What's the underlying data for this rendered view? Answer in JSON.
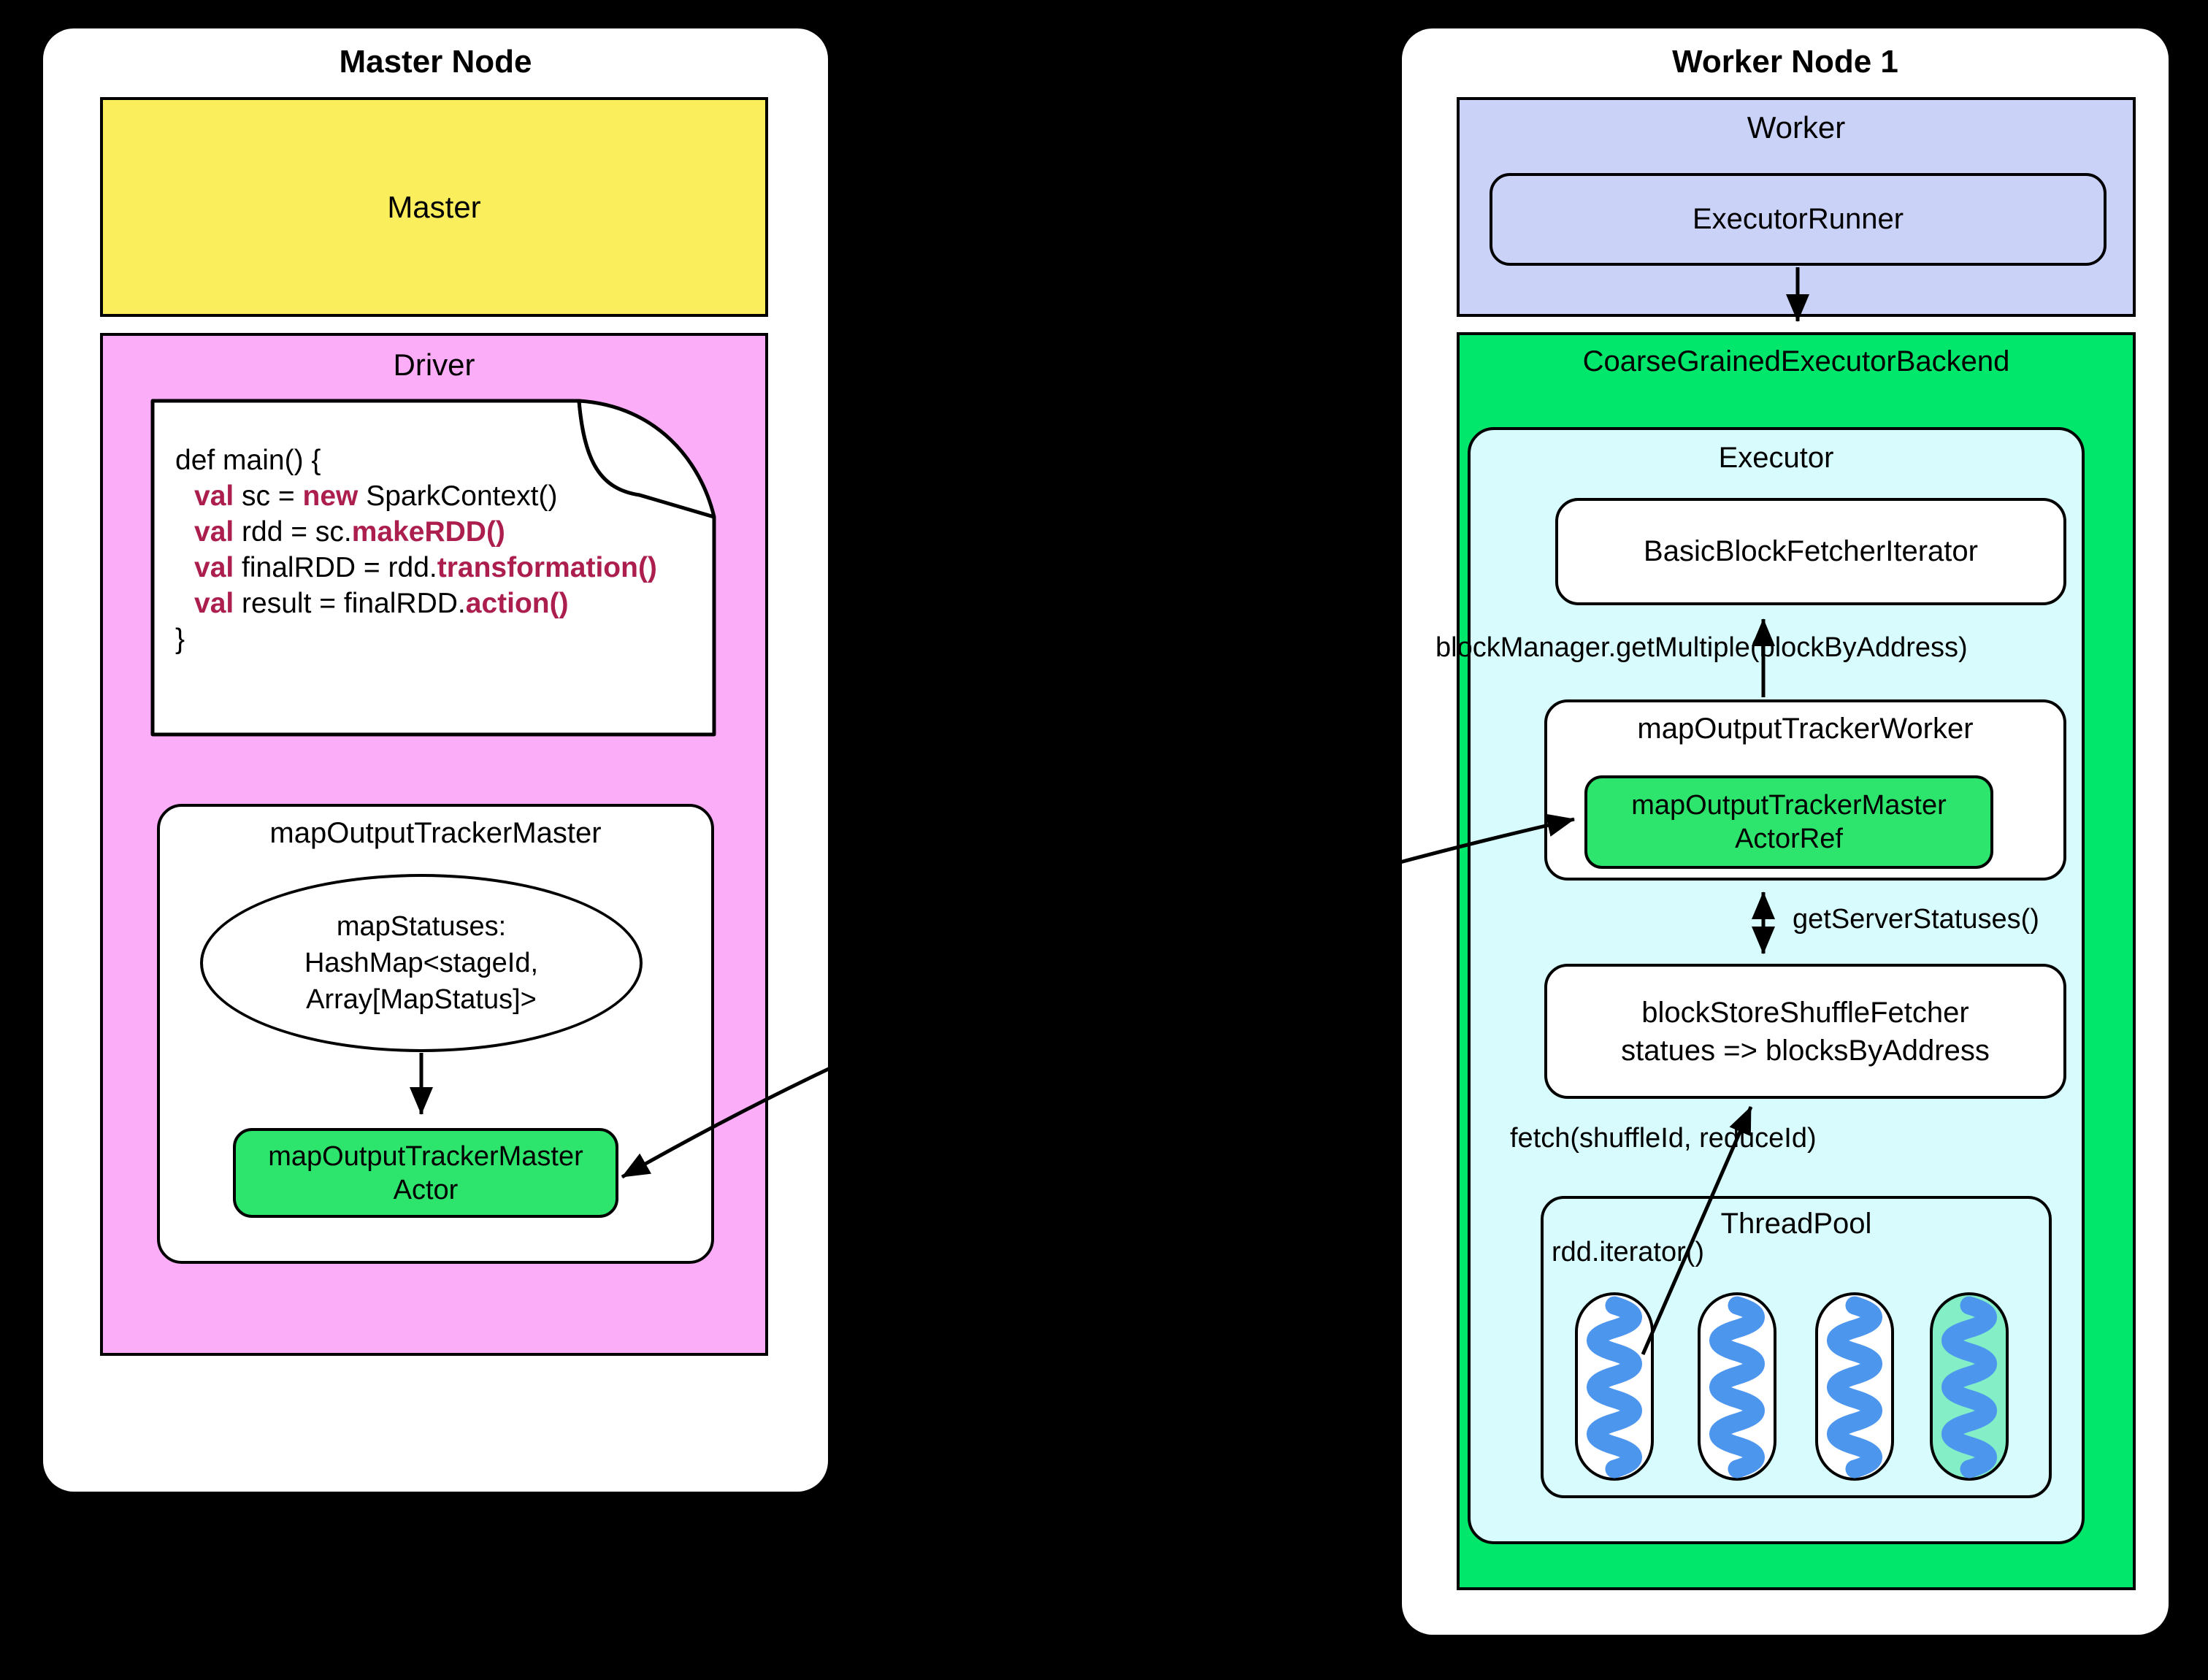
{
  "master_node": {
    "title": "Master Node",
    "master_label": "Master",
    "driver": {
      "title": "Driver",
      "code": {
        "l1": {
          "s1": "def main() {"
        },
        "l2": {
          "s1": "val",
          "s2": " sc = ",
          "s3": "new",
          "s4": " SparkContext()"
        },
        "l3": {
          "s1": "val",
          "s2": " rdd = sc.",
          "s3": "makeRDD()"
        },
        "l4": {
          "s1": "val",
          "s2": " finalRDD = rdd.",
          "s3": "transformation()"
        },
        "l5": {
          "s1": "val",
          "s2": " result = finalRDD.",
          "s3": "action()"
        },
        "l6": {
          "s1": "}"
        }
      },
      "tracker_master": {
        "title": "mapOutputTrackerMaster",
        "map_statuses": {
          "line1": "mapStatuses:",
          "line2": "HashMap<stageId,",
          "line3": "Array[MapStatus]>"
        },
        "actor": {
          "line1": "mapOutputTrackerMaster",
          "line2": "Actor"
        }
      }
    }
  },
  "worker_node": {
    "title": "Worker Node 1",
    "worker": {
      "title": "Worker",
      "executor_runner_label": "ExecutorRunner"
    },
    "backend": {
      "title": "CoarseGrainedExecutorBackend",
      "executor": {
        "title": "Executor",
        "basic_block_fetcher_label": "BasicBlockFetcherIterator",
        "label_block_manager": "blockManager.getMultiple(blockByAddress)",
        "tracker_worker": {
          "title": "mapOutputTrackerWorker",
          "actor_ref": {
            "line1": "mapOutputTrackerMaster",
            "line2": "ActorRef"
          }
        },
        "label_get_server_statuses": "getServerStatuses()",
        "shuffle_fetcher": {
          "line1": "blockStoreShuffleFetcher",
          "line2": "statues => blocksByAddress"
        },
        "label_fetch": "fetch(shuffleId, reduceId)",
        "thread_pool": {
          "title": "ThreadPool",
          "label_rdd_iterator": "rdd.iterator()"
        }
      }
    }
  },
  "colors": {
    "background": "#000000",
    "node_fill": "#ffffff",
    "master_yellow": "#FBEE5C",
    "driver_pink": "#FBADF7",
    "worker_lavender": "#CBD2F8",
    "backend_green": "#00E76B",
    "actor_green": "#2DE56C",
    "executor_cyan": "#D8FBFD",
    "busy_thread_mint": "#84EFC7",
    "thread_blue": "#4D96EE",
    "code_keyword_red": "#AC1E4E",
    "line_black": "#000000"
  }
}
